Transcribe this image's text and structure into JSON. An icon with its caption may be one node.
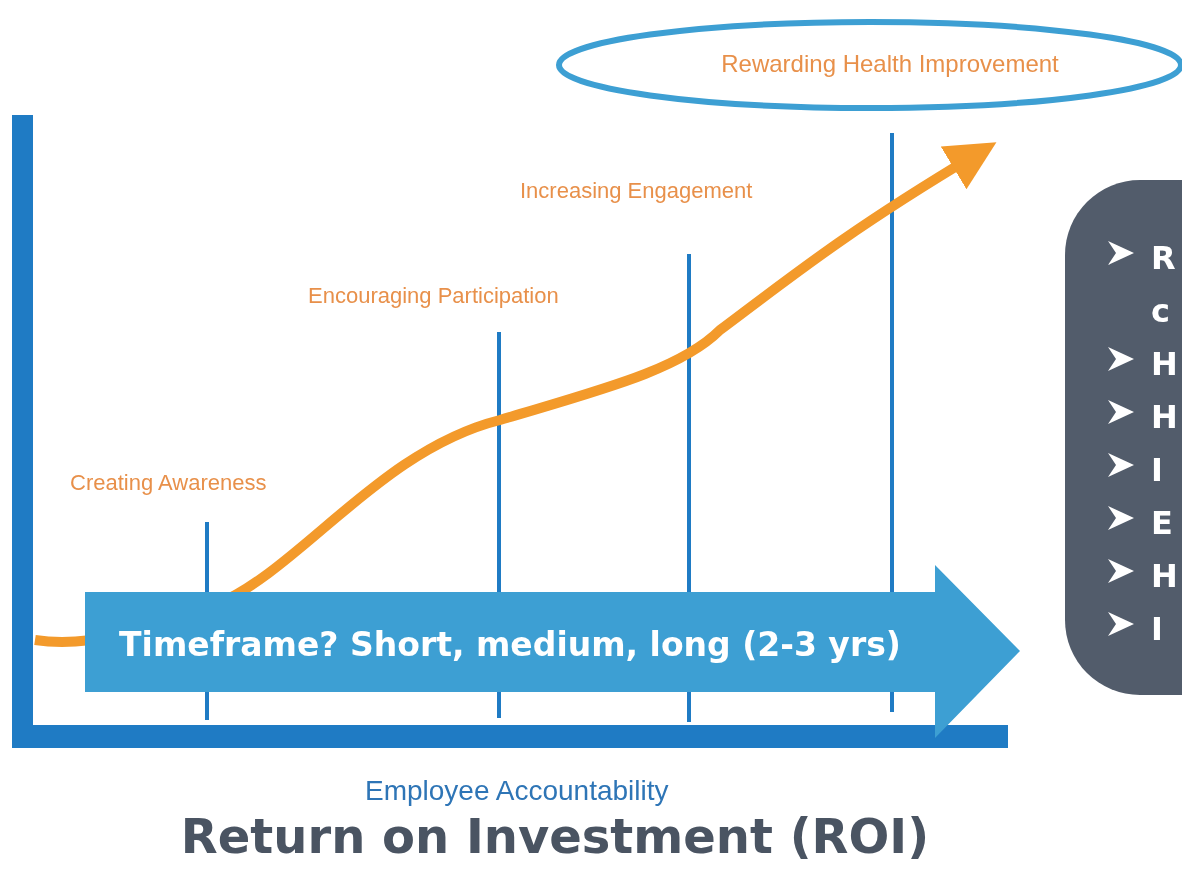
{
  "diagram": {
    "caption": "Return on Investment (ROI)",
    "nodes": [
      {
        "text": [
          "Rewarding Health Improvement"
        ]
      },
      {
        "text": [
          "Timeframe? Short, medium, long (2-3 yrs)"
        ]
      },
      {
        "text": [
          "R c",
          "H",
          "H",
          "I",
          "E",
          "H",
          "I"
        ]
      }
    ],
    "labels": [
      "Increasing Engagement",
      "Encouraging Participation",
      "Creating Awareness",
      "Employee Accountability"
    ]
  }
}
